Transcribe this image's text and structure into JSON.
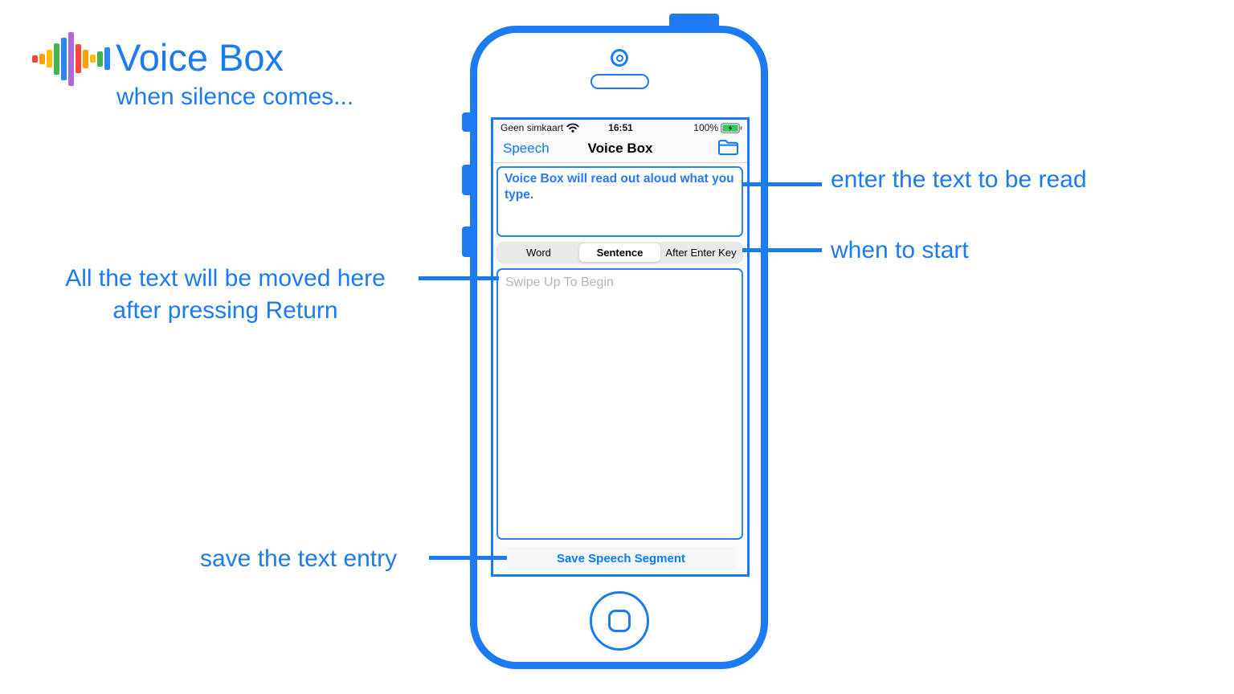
{
  "brand": {
    "title": "Voice Box",
    "tagline": "when silence comes...",
    "accent_color": "#1c7bf3",
    "ios_blue": "#0a7aff",
    "logo_bars": [
      {
        "h": 9,
        "color": "#f9453e"
      },
      {
        "h": 13,
        "color": "#ff9f00"
      },
      {
        "h": 22,
        "color": "#fdc204"
      },
      {
        "h": 39,
        "color": "#41b64d"
      },
      {
        "h": 53,
        "color": "#2b87f2"
      },
      {
        "h": 67,
        "color": "#ae68e0"
      },
      {
        "h": 36,
        "color": "#f9453e"
      },
      {
        "h": 23,
        "color": "#ff9f00"
      },
      {
        "h": 10,
        "color": "#fdc204"
      },
      {
        "h": 19,
        "color": "#41b64d"
      },
      {
        "h": 28,
        "color": "#2b87f2"
      }
    ]
  },
  "phone": {
    "status_bar": {
      "carrier": "Geen simkaart",
      "wifi_icon": "wifi-icon",
      "time": "16:51",
      "battery_percent": "100%",
      "battery_icon": "battery-charging-icon",
      "battery_color": "#34c759"
    },
    "nav_bar": {
      "back_label": "Speech",
      "title": "Voice Box",
      "folder_icon": "folder-icon"
    },
    "intro_box": {
      "text": "Voice Box will read out aloud what you type."
    },
    "segmented": {
      "options": [
        "Word",
        "Sentence",
        "After Enter Key"
      ],
      "selected": "Sentence"
    },
    "textarea": {
      "placeholder": "Swipe Up To Begin"
    },
    "save_button_label": "Save Speech Segment"
  },
  "annotations": {
    "enter_text": "enter the text to be read",
    "when_to_start": "when to start",
    "moved_here_line1": "All the text will be moved here",
    "moved_here_line2": "after pressing Return",
    "save_entry": "save the text entry"
  }
}
